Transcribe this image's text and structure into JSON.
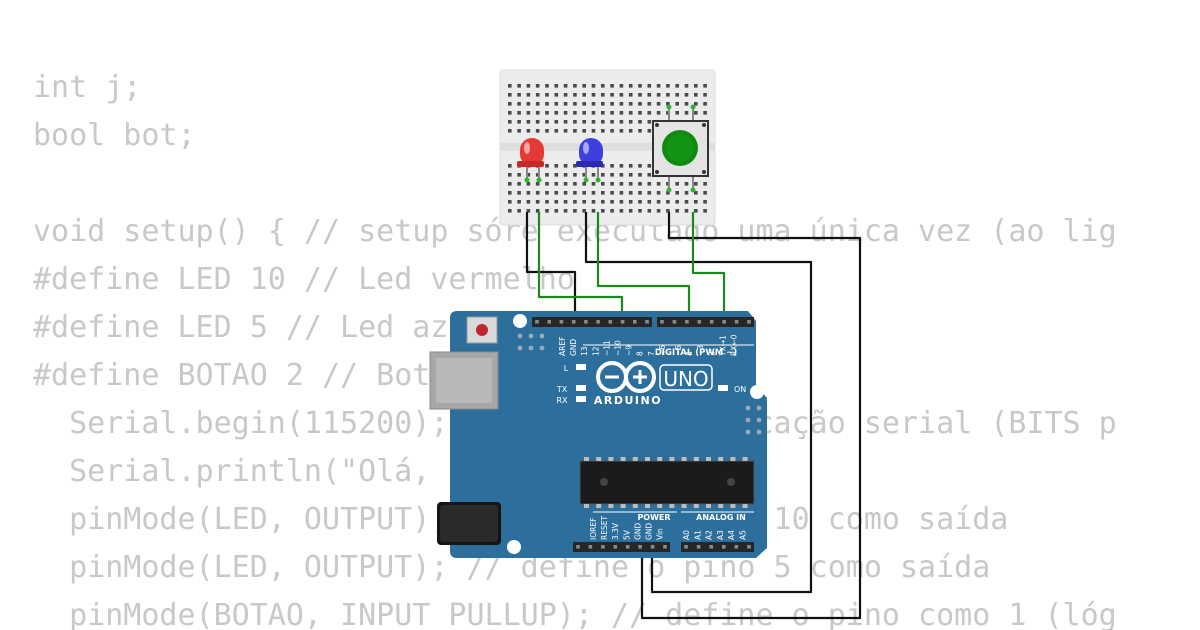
{
  "code_lines": [
    "int j;",
    "bool bot;",
    "",
    "void setup() { // setup sóre executado uma única vez (ao lig",
    "#define LED 10 // Led vermelho",
    "#define LED 5 // Led azul",
    "#define BOTAO 2 // Botão",
    "  Serial.begin(115200); // inicia comunicação serial (BITS p",
    "  Serial.println(\"Olá, mundo!\");",
    "  pinMode(LED, OUTPUT); // define o pino 10 como saída",
    "  pinMode(LED, OUTPUT); // define o pino 5 como saída",
    "  pinMode(BOTAO, INPUT_PULLUP); // define o pino como 1 (lóg"
  ],
  "board": {
    "brand": "ARDUINO",
    "model": "UNO",
    "on_label": "ON",
    "l_label": "L",
    "tx_label": "TX",
    "rx_label": "RX",
    "digital_label": "DIGITAL (PWM ~)",
    "power_label": "POWER",
    "analog_label": "ANALOG IN",
    "digital_pins": [
      "AREF",
      "GND",
      "13",
      "12",
      "~11",
      "~10",
      "~9",
      "8",
      "7",
      "~6",
      "~5",
      "4",
      "~3",
      "2",
      "TX→1",
      "RX←0"
    ],
    "power_pins": [
      "IOREF",
      "RESET",
      "3.3V",
      "5V",
      "GND",
      "GND",
      "Vin"
    ],
    "analog_pins": [
      "A0",
      "A1",
      "A2",
      "A3",
      "A4",
      "A5"
    ]
  },
  "components": {
    "led_red_color": "#e53935",
    "led_blue_color": "#3f3fe0",
    "button_color": "#128a12"
  },
  "colors": {
    "board_blue": "#2d6f9c",
    "wire_green": "#1a8a1a",
    "wire_black": "#111111",
    "code_text": "#c8c8c8"
  }
}
